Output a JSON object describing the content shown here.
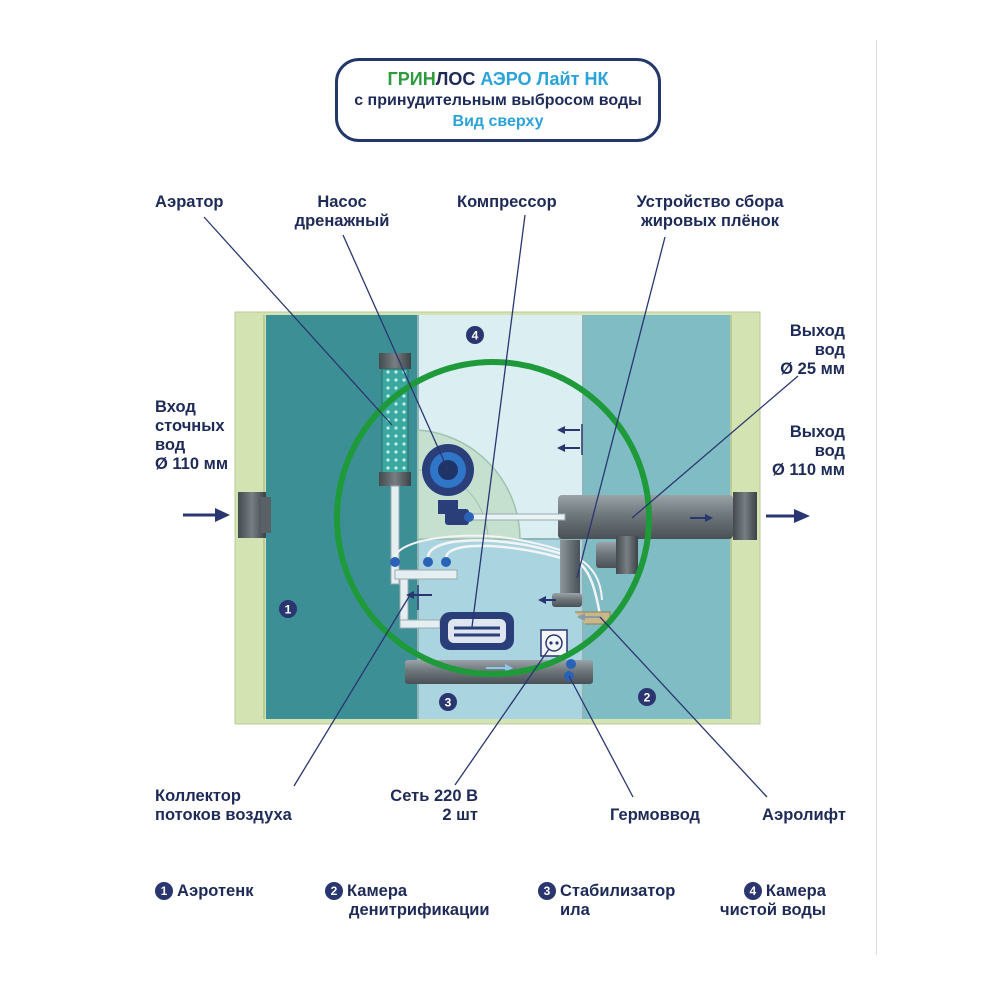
{
  "title": {
    "brand_green": "ГРИН",
    "brand_dark": "ЛОС",
    "model": " АЭРО Лайт НК",
    "subtitle": "с принудительным выбросом воды",
    "view": "Вид сверху"
  },
  "labels": {
    "aerator": "Аэратор",
    "pump_line1": "Насос",
    "pump_line2": "дренажный",
    "compressor": "Компрессор",
    "grease_line1": "Устройство сбора",
    "grease_line2": "жировых плёнок",
    "outlet_small_line1": "Выход",
    "outlet_small_line2": "вод",
    "outlet_small_line3": "Ø 25 мм",
    "outlet_large_line1": "Выход",
    "outlet_large_line2": "вод",
    "outlet_large_line3": "Ø 110 мм",
    "inlet_line1": "Вход",
    "inlet_line2": "сточных",
    "inlet_line3": "вод",
    "inlet_line4": "Ø 110 мм",
    "collector_line1": "Коллектор",
    "collector_line2": "потоков воздуха",
    "mains_line1": "Сеть 220 В",
    "mains_line2": "2 шт",
    "gland": "Гермоввод",
    "airlift": "Аэролифт"
  },
  "chambers": [
    {
      "number": "1",
      "name_line1": "Аэротенк",
      "name_line2": ""
    },
    {
      "number": "2",
      "name_line1": "Камера",
      "name_line2": "денитрификации"
    },
    {
      "number": "3",
      "name_line1": "Стабилизатор",
      "name_line2": "ила"
    },
    {
      "number": "4",
      "name_line1": "Камера",
      "name_line2": "чистой воды"
    }
  ],
  "colors": {
    "outer_frame": "#d4e3b2",
    "aerotank": "#3d8f96",
    "denitrification": "#7fbcc4",
    "clean_water": "#dbeef2",
    "stabilizer": "#aad4e0",
    "highlight_circle": "#1f9a3a",
    "text_dark": "#1e2a57",
    "title_accent": "#2aa3d8"
  }
}
